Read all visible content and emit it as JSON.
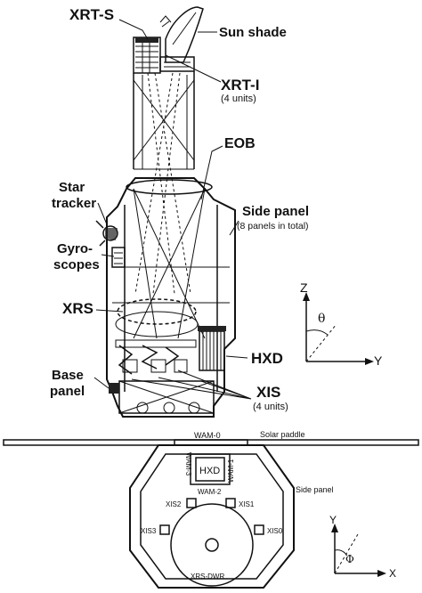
{
  "top_view": {
    "labels": {
      "xrt_s": "XRT-S",
      "sun_shade": "Sun shade",
      "xrt_i": "XRT-I",
      "xrt_i_count": "(4 units)",
      "eob": "EOB",
      "star_tracker_1": "Star",
      "star_tracker_2": "tracker",
      "side_panel": "Side panel",
      "side_panel_count": "(8 panels in total)",
      "gyro_1": "Gyro-",
      "gyro_2": "scopes",
      "xrs": "XRS",
      "hxd": "HXD",
      "base_panel_1": "Base",
      "base_panel_2": "panel",
      "xis": "XIS",
      "xis_count": "(4 units)"
    },
    "axes": {
      "z": "Z",
      "y": "Y",
      "theta": "θ"
    }
  },
  "bottom_view": {
    "labels": {
      "wam0": "WAM-0",
      "wam1": "WAM-1",
      "wam2": "WAM-2",
      "wam3": "WAM-3",
      "solar_paddle": "Solar paddle",
      "hxd": "HXD",
      "xis0": "XIS0",
      "xis1": "XIS1",
      "xis2": "XIS2",
      "xis3": "XIS3",
      "side_panel": "Side panel",
      "xrs_dwr": "XRS-DWR"
    },
    "axes": {
      "y": "Y",
      "x": "X",
      "phi": "Φ"
    }
  }
}
